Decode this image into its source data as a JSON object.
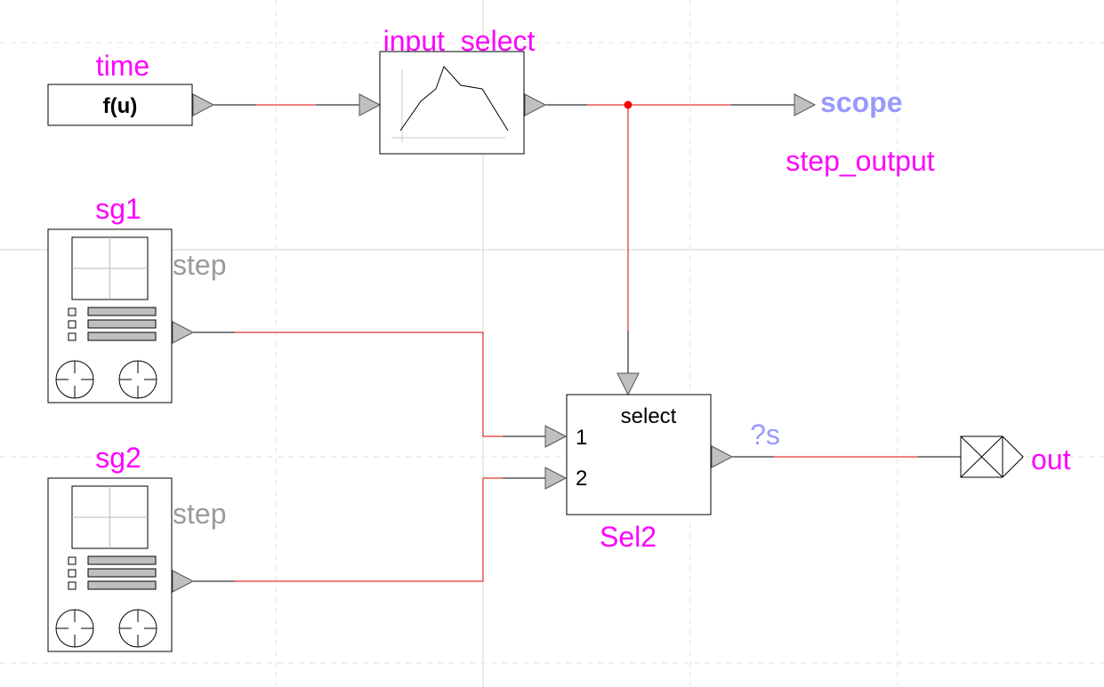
{
  "blocks": {
    "time": {
      "name": "time",
      "expression": "f(u)"
    },
    "input_select": {
      "name": "input_select"
    },
    "sg1": {
      "name": "sg1",
      "type_label": "step"
    },
    "sg2": {
      "name": "sg2",
      "type_label": "step"
    },
    "sel2": {
      "name": "Sel2",
      "title": "select",
      "inputs": [
        "1",
        "2"
      ]
    },
    "scope": {
      "label": "scope",
      "signal_name": "step_output"
    },
    "out": {
      "label": "out",
      "signal_name": "?s"
    }
  },
  "colors": {
    "block_label": "#ff00ff",
    "type_label": "#9a9a9a",
    "signal_label": "#9999ff",
    "wire_active": "#e00000",
    "wire": "#000000"
  },
  "icons": [
    "plot-icon",
    "signal-generator-icon",
    "output-port-icon",
    "junction-dot-icon"
  ]
}
